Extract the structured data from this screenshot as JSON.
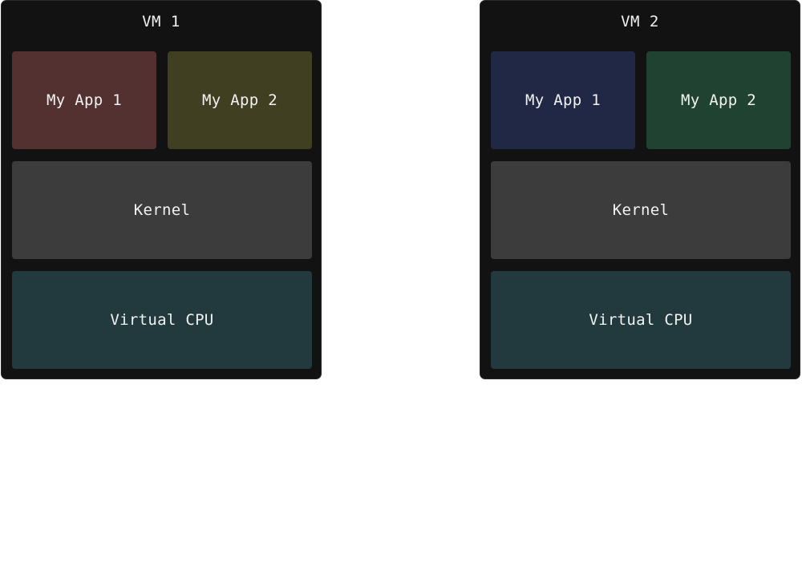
{
  "vms": [
    {
      "title": "VM 1",
      "app1": {
        "label": "My App 1",
        "color": "#533131"
      },
      "app2": {
        "label": "My App 2",
        "color": "#403f22"
      },
      "kernel": {
        "label": "Kernel",
        "color": "#3c3c3c"
      },
      "cpu": {
        "label": "Virtual CPU",
        "color": "#223a3e"
      }
    },
    {
      "title": "VM 2",
      "app1": {
        "label": "My App 1",
        "color": "#202846"
      },
      "app2": {
        "label": "My App 2",
        "color": "#1f4330"
      },
      "kernel": {
        "label": "Kernel",
        "color": "#3c3c3c"
      },
      "cpu": {
        "label": "Virtual CPU",
        "color": "#223a3e"
      }
    }
  ],
  "colors": {
    "vm_background": "#121212",
    "page_background": "#ffffff",
    "text": "#f2f2f2"
  }
}
